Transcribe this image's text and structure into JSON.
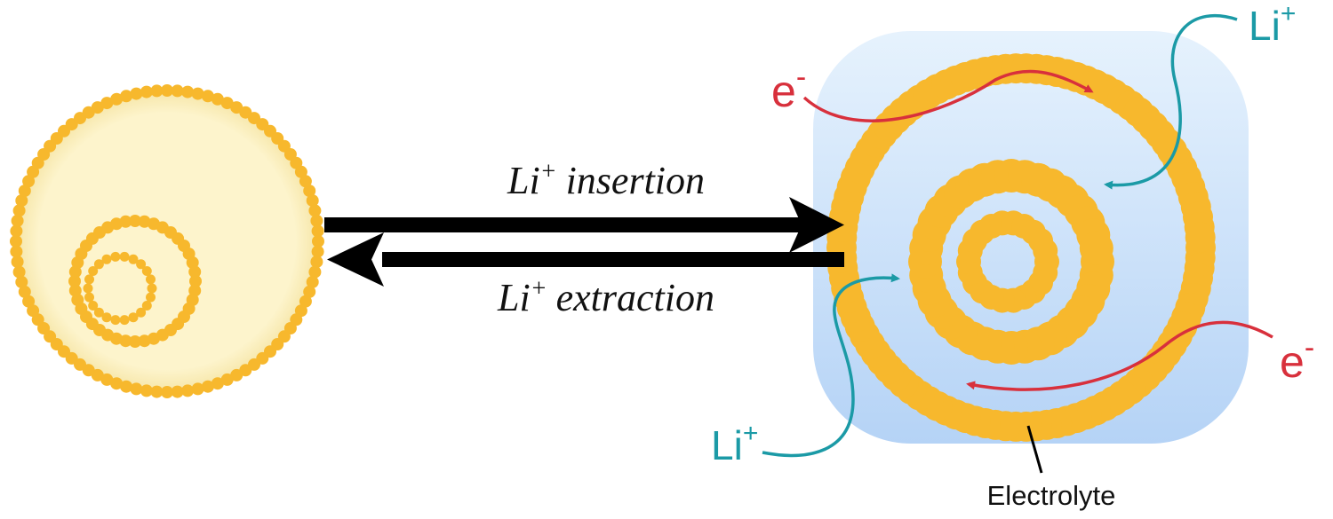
{
  "labels": {
    "insertion_ion": "Li",
    "insertion_sup": "+",
    "insertion_word": "insertion",
    "extraction_ion": "Li",
    "extraction_sup": "+",
    "extraction_word": "extraction",
    "electron_top": "e",
    "electron_top_sup": "-",
    "electron_right": "e",
    "electron_right_sup": "-",
    "li_top_right": "Li",
    "li_top_right_sup": "+",
    "li_bottom_left": "Li",
    "li_bottom_left_sup": "+",
    "electrolyte": "Electrolyte"
  },
  "colors": {
    "particle": "#f7b82d",
    "particle_shell_fill": "#fdf3c8",
    "electrolyte_top": "#e6f2fd",
    "electrolyte_bottom": "#b7d5f7",
    "electron": "#d8303c",
    "lithium": "#1b9aa6",
    "arrow": "#000000",
    "text": "#111111"
  }
}
